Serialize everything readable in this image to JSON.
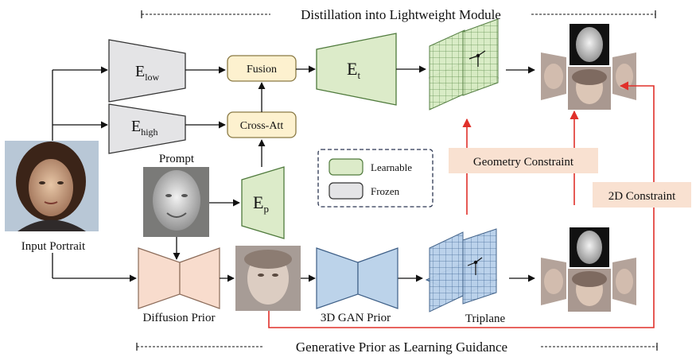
{
  "title_top": "Distillation into Lightweight Module",
  "title_bottom": "Generative Prior as Learning Guidance",
  "input_label": "Input Portrait",
  "prompt_label": "Prompt",
  "encoders": {
    "low": {
      "main": "E",
      "sub": "low"
    },
    "high": {
      "main": "E",
      "sub": "high"
    },
    "t": {
      "main": "E",
      "sub": "t"
    },
    "p": {
      "main": "E",
      "sub": "p"
    }
  },
  "modules": {
    "fusion": "Fusion",
    "cross_att": "Cross-Att"
  },
  "legend": {
    "learnable": "Learnable",
    "frozen": "Frozen"
  },
  "constraints": {
    "geometry": "Geometry Constraint",
    "two_d": "2D Constraint"
  },
  "priors": {
    "diffusion": "Diffusion Prior",
    "gan": "3D GAN Prior",
    "triplane": "Triplane"
  },
  "colors": {
    "learnable_fill": "#dcebc9",
    "learnable_stroke": "#4f7a3c",
    "frozen_fill": "#e4e4e6",
    "frozen_stroke": "#333333",
    "module_fill": "#fdf1cf",
    "module_stroke": "#8a7a45",
    "diffusion_fill": "#f8dccd",
    "gan_fill": "#bcd3ea",
    "gan_stroke": "#3d5e86",
    "constraint_bg": "#f9e1d1",
    "red_line": "#e0302a",
    "legend_border": "#2b3550"
  }
}
